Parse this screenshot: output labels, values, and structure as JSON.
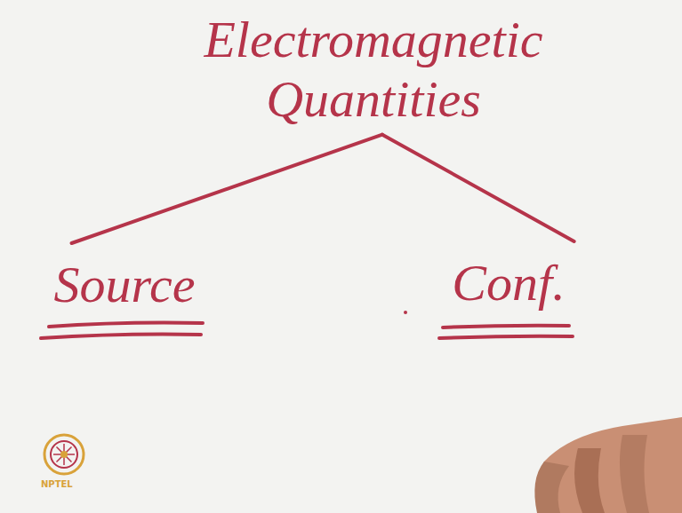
{
  "diagram": {
    "nodes": [
      {
        "text": [
          "Electromagnetic Quantities"
        ]
      },
      {
        "text": [
          "Source"
        ]
      },
      {
        "text": [
          "Conf."
        ]
      }
    ],
    "edges": [
      {
        "from": 0,
        "to": 1,
        "arrow": "none"
      },
      {
        "from": 0,
        "to": 2,
        "arrow": "none"
      }
    ],
    "labels": [
      "NPTEL"
    ]
  }
}
